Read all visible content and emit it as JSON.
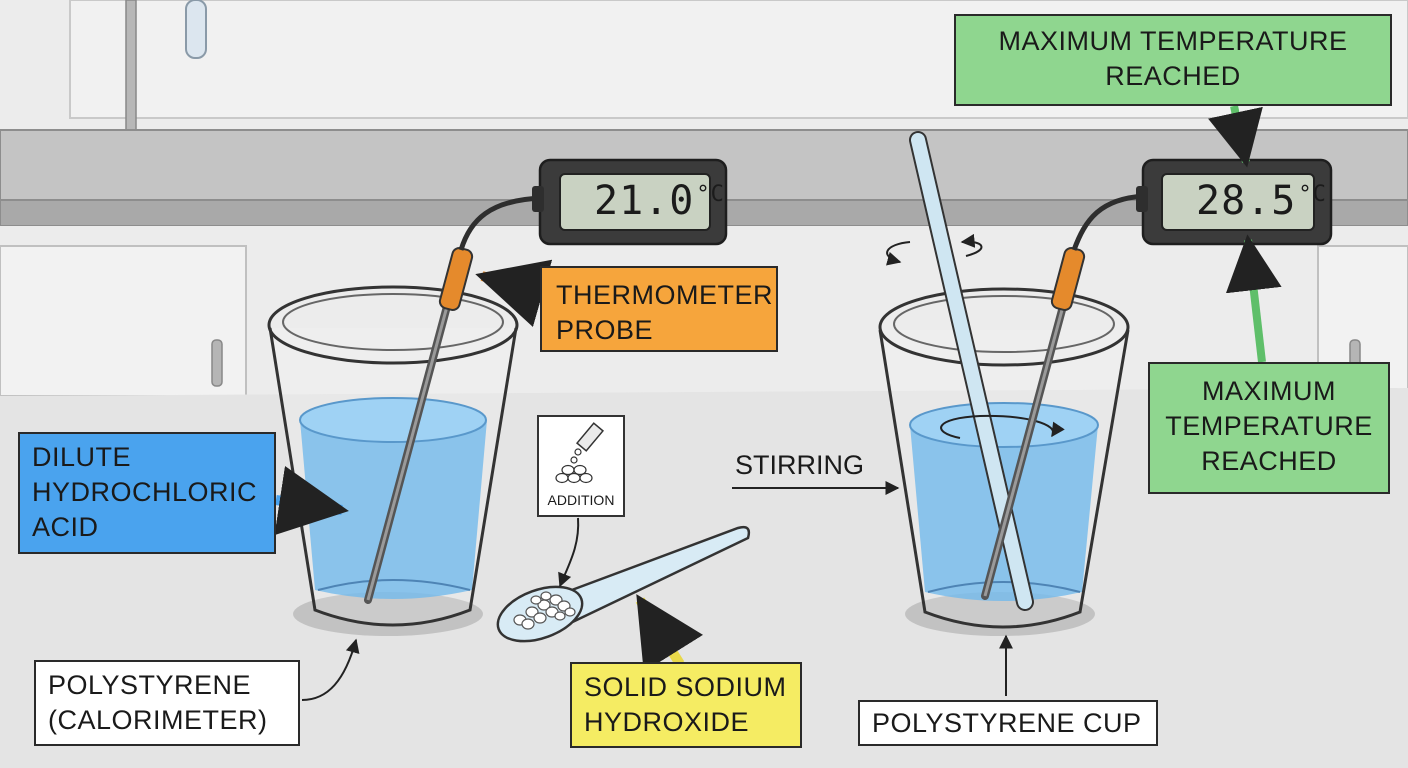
{
  "displays": {
    "initial": {
      "value": "21.0",
      "unit": "°C"
    },
    "final": {
      "value": "28.5",
      "unit": "°C"
    }
  },
  "labels": {
    "thermometer_probe": [
      "THERMOMETER",
      "PROBE"
    ],
    "dilute_acid": [
      "DILUTE",
      "HYDROCHLORIC",
      "ACID"
    ],
    "calorimeter": [
      "POLYSTYRENE",
      "(CALORIMETER)"
    ],
    "solid_naoh": [
      "SOLID SODIUM",
      "HYDROXIDE"
    ],
    "addition": "ADDITION",
    "stirring": "STIRRING",
    "polystyrene_cup": "POLYSTYRENE CUP",
    "max_temp_top": [
      "MAXIMUM TEMPERATURE",
      "REACHED"
    ],
    "max_temp_side": [
      "MAXIMUM",
      "TEMPERATURE",
      "REACHED"
    ]
  },
  "colors": {
    "probe_label": "#f6a53c",
    "acid_label": "#4aa3ee",
    "naoh_label": "#f5ec63",
    "max_temp_label": "#8fd68f",
    "liquid": "#5aaee8",
    "lcd_background": "#c9d2c2"
  }
}
